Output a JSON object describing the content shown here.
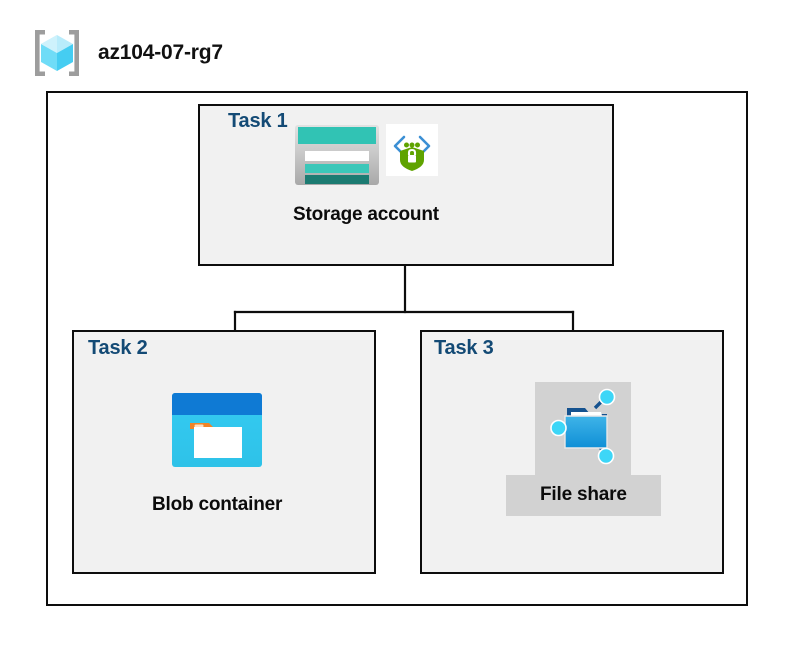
{
  "diagram": {
    "resource_group": {
      "icon": "azure-resource-group-cube-icon",
      "name": "az104-07-rg7"
    },
    "tasks": [
      {
        "id": "task-1",
        "title": "Task 1",
        "node": {
          "caption": "Storage account",
          "primary_icon": "azure-storage-account-icon",
          "secondary_icon": "secure-endpoint-shield-lock-icon",
          "highlighted": false
        }
      },
      {
        "id": "task-2",
        "title": "Task 2",
        "node": {
          "caption": "Blob container",
          "primary_icon": "azure-blob-container-icon",
          "secondary_icon": null,
          "highlighted": false
        }
      },
      {
        "id": "task-3",
        "title": "Task 3",
        "node": {
          "caption": "File share",
          "primary_icon": "azure-file-share-folder-icon",
          "secondary_icon": null,
          "highlighted": true
        }
      }
    ],
    "connections": [
      {
        "from": "Storage account",
        "to": "Blob container"
      },
      {
        "from": "Storage account",
        "to": "File share"
      }
    ],
    "colors": {
      "task_title": "#134a75",
      "box_border": "#0d0d0d",
      "task_box_fill": "#f1f1f1",
      "outer_box_fill": "#ffffff",
      "page_background": "#ffffff",
      "caption_text": "#0b0b0b",
      "highlight_background": "#d2d2d2",
      "storage_teal": "#31c3b4",
      "storage_dark_teal": "#1c7b72",
      "blob_header_blue": "#0f7ad4",
      "blob_body_cyan": "#32c8f0",
      "blob_tab_orange": "#f08427",
      "fileshare_blue": "#31a7e0",
      "fileshare_node_cyan": "#32d2f5",
      "shield_green": "#5fa300",
      "bracket_blue": "#2e8fd4",
      "rg_cube_cyan": "#9fe4f8",
      "rg_bracket_gray": "#9d9d9d"
    }
  }
}
